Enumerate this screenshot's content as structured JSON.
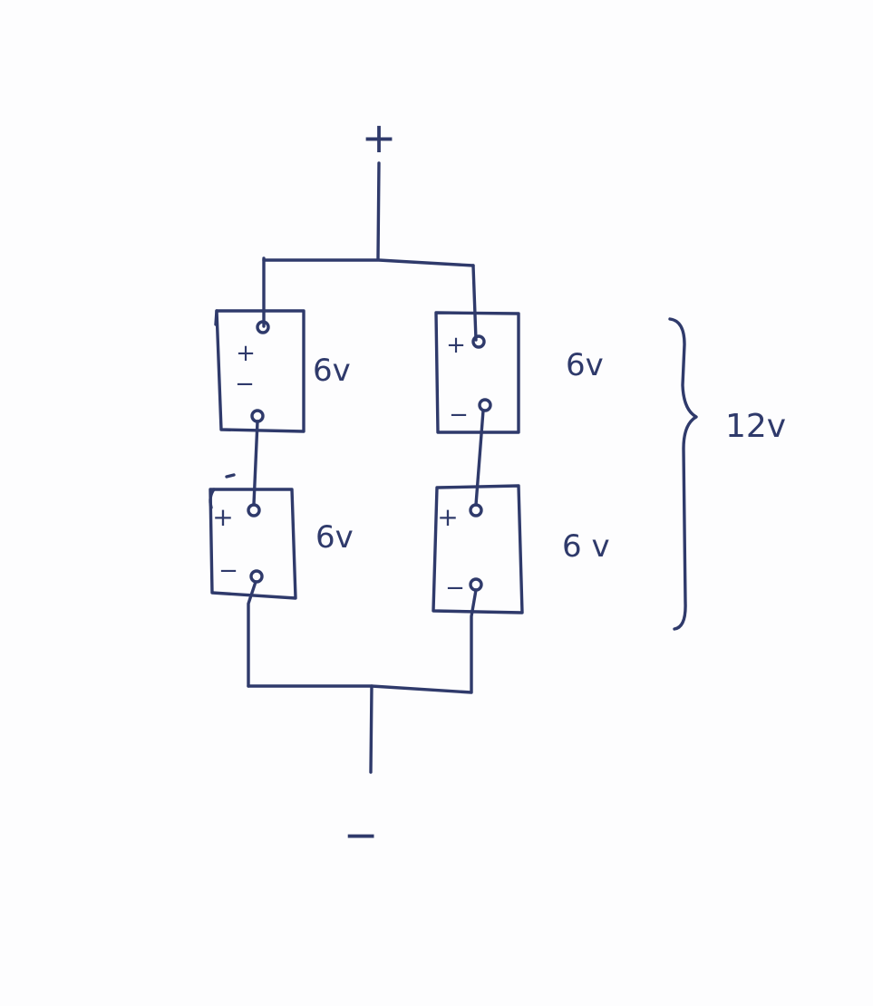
{
  "colors": {
    "paper": "#fdfdfe",
    "ink": "#2f3a6b"
  },
  "terminals": {
    "positive": "+",
    "negative": "−"
  },
  "batteries": [
    {
      "plus": "+",
      "minus": "−",
      "voltage": "6v"
    },
    {
      "plus": "+",
      "minus": "−",
      "voltage": "6v"
    },
    {
      "plus": "+",
      "minus": "−",
      "voltage": "6v"
    },
    {
      "plus": "+",
      "minus": "−",
      "voltage": "6 v"
    }
  ],
  "bracket_label": "12v"
}
